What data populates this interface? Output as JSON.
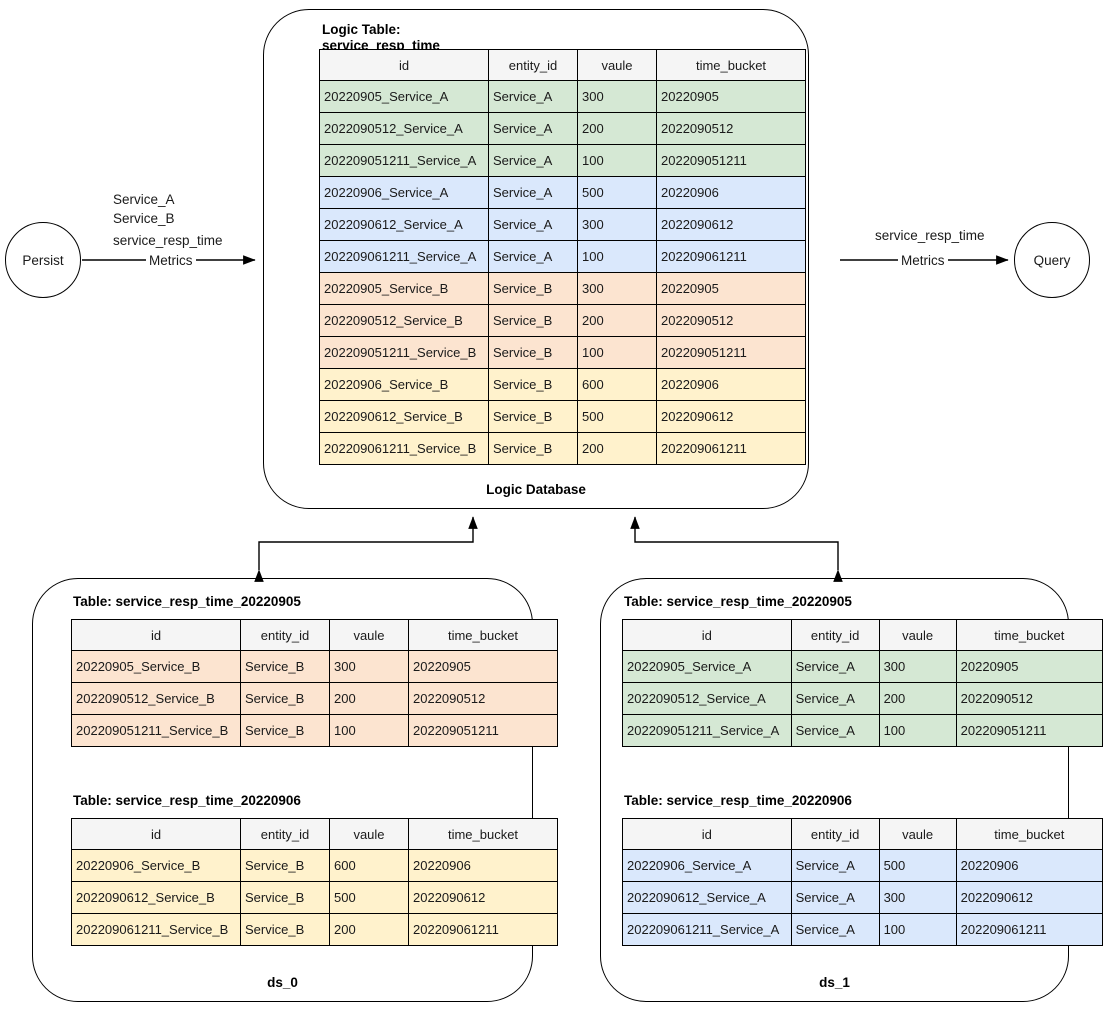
{
  "nodes": {
    "persist": "Persist",
    "query": "Query"
  },
  "edges": {
    "persist_to_db": {
      "services": "Service_A\nService_B",
      "service_line_1": "Service_A",
      "service_line_2": "Service_B",
      "metric_name": "service_resp_time",
      "metric_kind": "Metrics"
    },
    "db_to_query": {
      "metric_name": "service_resp_time",
      "metric_kind": "Metrics"
    }
  },
  "logic_database": {
    "container_label": "Logic Database",
    "table_title_line_1": "Logic Table:",
    "table_title_line_2": "service_resp_time",
    "table": {
      "columns": [
        "id",
        "entity_id",
        "vaule",
        "time_bucket"
      ],
      "rows": [
        {
          "tint": "green",
          "cells": [
            "20220905_Service_A",
            "Service_A",
            "300",
            "20220905"
          ]
        },
        {
          "tint": "green",
          "cells": [
            "2022090512_Service_A",
            "Service_A",
            "200",
            "2022090512"
          ]
        },
        {
          "tint": "green",
          "cells": [
            "202209051211_Service_A",
            "Service_A",
            "100",
            "202209051211"
          ]
        },
        {
          "tint": "blue",
          "cells": [
            "20220906_Service_A",
            "Service_A",
            "500",
            "20220906"
          ]
        },
        {
          "tint": "blue",
          "cells": [
            "2022090612_Service_A",
            "Service_A",
            "300",
            "2022090612"
          ]
        },
        {
          "tint": "blue",
          "cells": [
            "202209061211_Service_A",
            "Service_A",
            "100",
            "202209061211"
          ]
        },
        {
          "tint": "orange",
          "cells": [
            "20220905_Service_B",
            "Service_B",
            "300",
            "20220905"
          ]
        },
        {
          "tint": "orange",
          "cells": [
            "2022090512_Service_B",
            "Service_B",
            "200",
            "2022090512"
          ]
        },
        {
          "tint": "orange",
          "cells": [
            "202209051211_Service_B",
            "Service_B",
            "100",
            "202209051211"
          ]
        },
        {
          "tint": "yellow",
          "cells": [
            "20220906_Service_B",
            "Service_B",
            "600",
            "20220906"
          ]
        },
        {
          "tint": "yellow",
          "cells": [
            "2022090612_Service_B",
            "Service_B",
            "500",
            "2022090612"
          ]
        },
        {
          "tint": "yellow",
          "cells": [
            "202209061211_Service_B",
            "Service_B",
            "200",
            "202209061211"
          ]
        }
      ]
    }
  },
  "datasources": [
    {
      "name": "ds_0",
      "tables": [
        {
          "title": "Table: service_resp_time_20220905",
          "columns": [
            "id",
            "entity_id",
            "vaule",
            "time_bucket"
          ],
          "tint": "orange",
          "rows": [
            [
              "20220905_Service_B",
              "Service_B",
              "300",
              "20220905"
            ],
            [
              "2022090512_Service_B",
              "Service_B",
              "200",
              "2022090512"
            ],
            [
              "202209051211_Service_B",
              "Service_B",
              "100",
              "202209051211"
            ]
          ]
        },
        {
          "title": "Table: service_resp_time_20220906",
          "columns": [
            "id",
            "entity_id",
            "vaule",
            "time_bucket"
          ],
          "tint": "yellow",
          "rows": [
            [
              "20220906_Service_B",
              "Service_B",
              "600",
              "20220906"
            ],
            [
              "2022090612_Service_B",
              "Service_B",
              "500",
              "2022090612"
            ],
            [
              "202209061211_Service_B",
              "Service_B",
              "200",
              "202209061211"
            ]
          ]
        }
      ]
    },
    {
      "name": "ds_1",
      "tables": [
        {
          "title": "Table: service_resp_time_20220905",
          "columns": [
            "id",
            "entity_id",
            "vaule",
            "time_bucket"
          ],
          "tint": "green",
          "rows": [
            [
              "20220905_Service_A",
              "Service_A",
              "300",
              "20220905"
            ],
            [
              "2022090512_Service_A",
              "Service_A",
              "200",
              "2022090512"
            ],
            [
              "202209051211_Service_A",
              "Service_A",
              "100",
              "202209051211"
            ]
          ]
        },
        {
          "title": "Table: service_resp_time_20220906",
          "columns": [
            "id",
            "entity_id",
            "vaule",
            "time_bucket"
          ],
          "tint": "blue",
          "rows": [
            [
              "20220906_Service_A",
              "Service_A",
              "500",
              "20220906"
            ],
            [
              "2022090612_Service_A",
              "Service_A",
              "300",
              "2022090612"
            ],
            [
              "202209061211_Service_A",
              "Service_A",
              "100",
              "202209061211"
            ]
          ]
        }
      ]
    }
  ],
  "colors": {
    "green": "#d5e8d4",
    "blue": "#dae8fc",
    "orange": "#fce4d0",
    "yellow": "#fff2cc",
    "header": "#f5f5f5",
    "stroke": "#000000"
  }
}
